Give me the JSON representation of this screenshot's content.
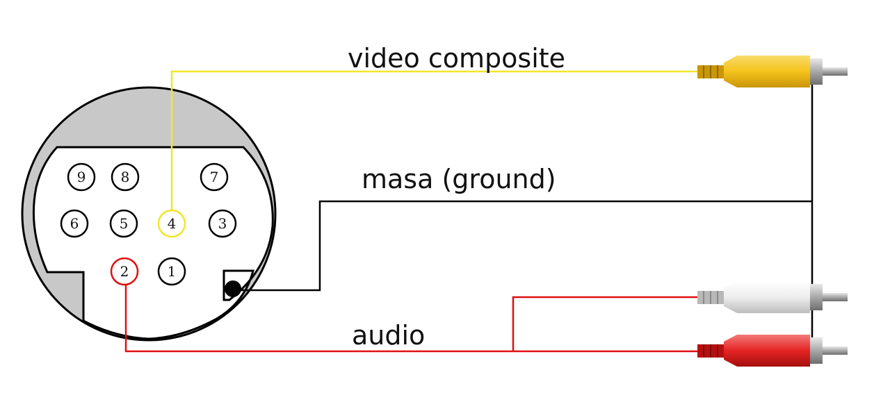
{
  "labels": {
    "video": "video composite",
    "ground": "masa (ground)",
    "audio": "audio"
  },
  "pins": [
    {
      "num": "9",
      "color": "#000000",
      "fill": "#ffffff"
    },
    {
      "num": "8",
      "color": "#000000",
      "fill": "#ffffff"
    },
    {
      "num": "7",
      "color": "#000000",
      "fill": "#ffffff"
    },
    {
      "num": "6",
      "color": "#000000",
      "fill": "#ffffff"
    },
    {
      "num": "5",
      "color": "#000000",
      "fill": "#ffffff"
    },
    {
      "num": "4",
      "color": "#f2e62a",
      "fill": "#ffffff"
    },
    {
      "num": "3",
      "color": "#000000",
      "fill": "#ffffff"
    },
    {
      "num": "2",
      "color": "#e01010",
      "fill": "#ffffff"
    },
    {
      "num": "1",
      "color": "#000000",
      "fill": "#ffffff"
    }
  ],
  "colors": {
    "video_wire": "#f2e62a",
    "ground_wire": "#000000",
    "audio_wire": "#e01010",
    "connector_body": "#c8c8c8",
    "plug_yellow": "#f5c21b",
    "plug_white": "#ededed",
    "plug_red": "#e52424"
  },
  "plugs": [
    {
      "name": "yellow",
      "color": "#f5c21b"
    },
    {
      "name": "white",
      "color": "#ededed"
    },
    {
      "name": "red",
      "color": "#e52424"
    }
  ]
}
